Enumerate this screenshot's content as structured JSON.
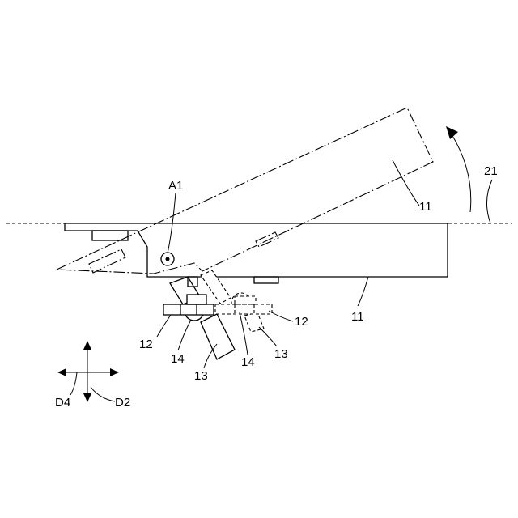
{
  "figure": {
    "labels": {
      "pivot_axis": "A1",
      "reference_line": "21",
      "body_rotated": "11",
      "body_base": "11",
      "part_12_left": "12",
      "part_12_right": "12",
      "part_14_left": "14",
      "part_14_right": "14",
      "part_13_left": "13",
      "part_13_right": "13",
      "direction_down_left": "D4",
      "direction_down_right": "D2"
    }
  }
}
